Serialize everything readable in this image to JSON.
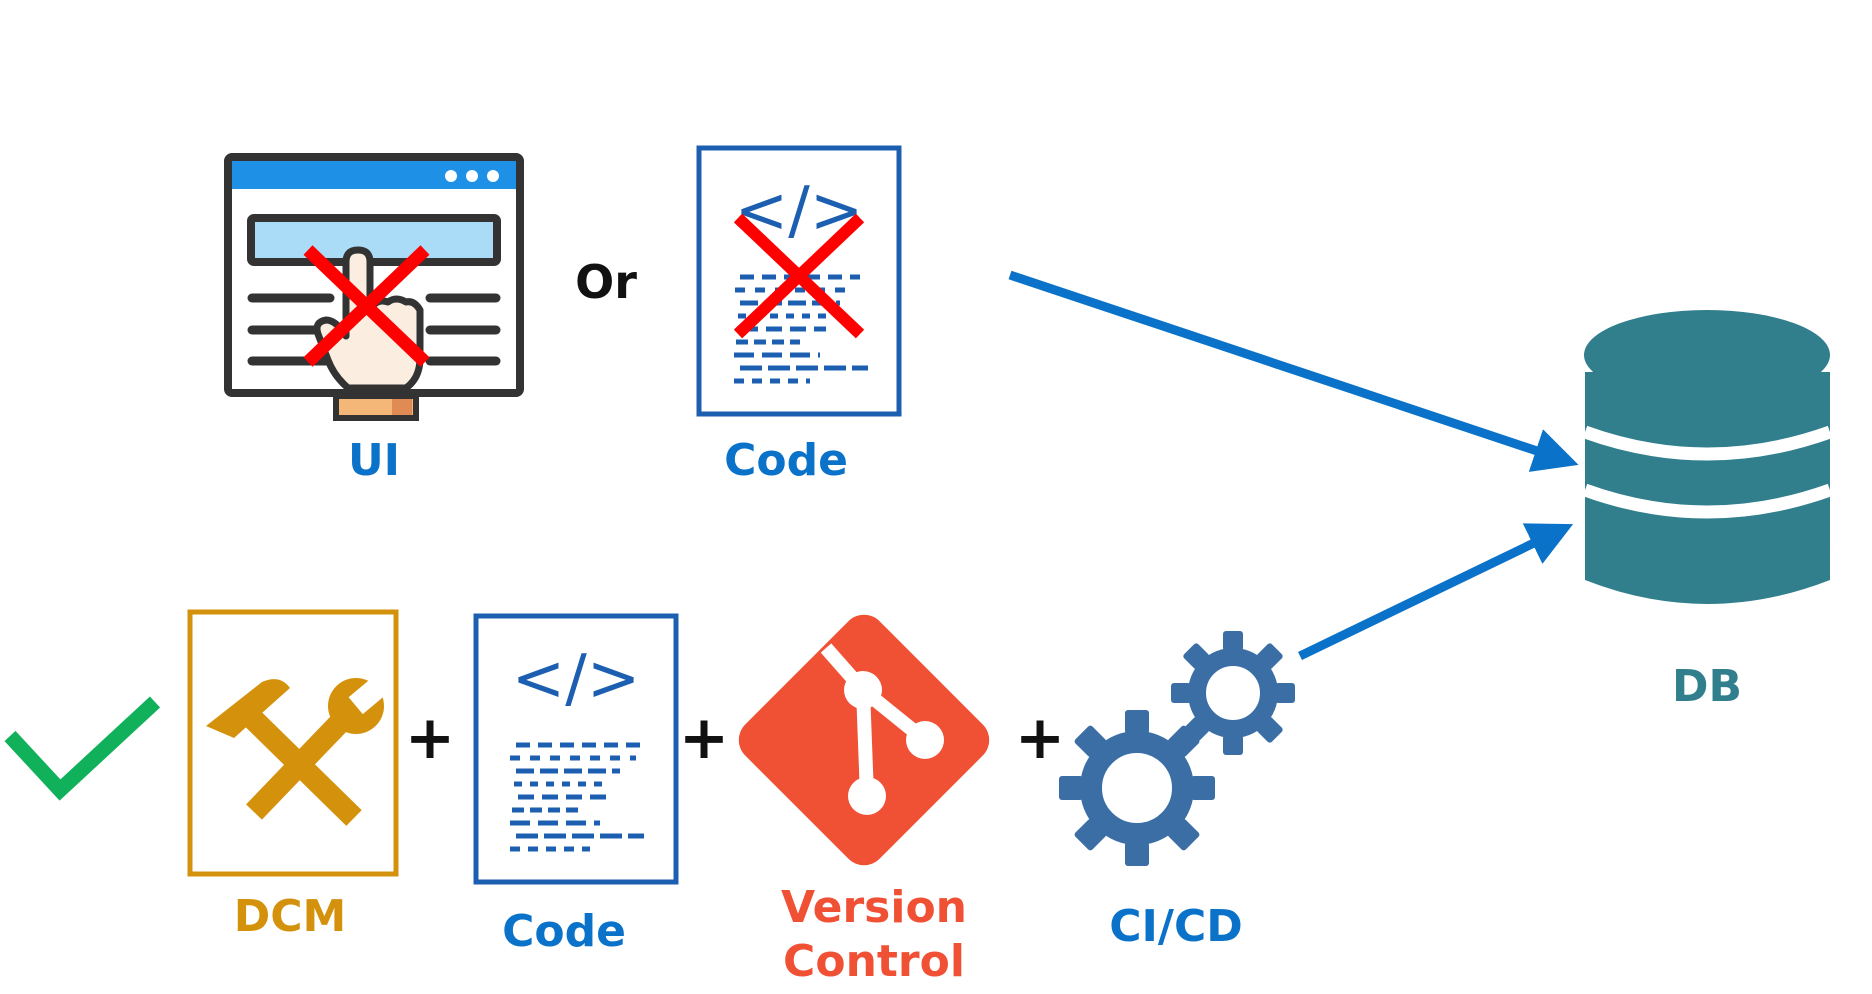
{
  "top_row": {
    "ui_label": "UI",
    "or_label": "Or",
    "code_label": "Code"
  },
  "bottom_row": {
    "dcm_label": "DCM",
    "plus_1": "+",
    "code_label": "Code",
    "plus_2": "+",
    "version_control_line1": "Version",
    "version_control_line2": "Control",
    "plus_3": "+",
    "cicd_label": "CI/CD"
  },
  "db_label": "DB",
  "colors": {
    "blue": "#0a72c9",
    "dark_blue": "#1c5fb0",
    "teal": "#317f8d",
    "orange": "#d4920c",
    "git_red": "#f05135",
    "green": "#10b15a",
    "red_x": "#ff0000",
    "gear_blue": "#3a6ea5"
  },
  "icons": [
    "browser-ui-icon",
    "code-file-icon",
    "cross-icon",
    "check-icon",
    "tools-icon",
    "git-icon",
    "gears-icon",
    "database-icon",
    "arrow-icon"
  ]
}
